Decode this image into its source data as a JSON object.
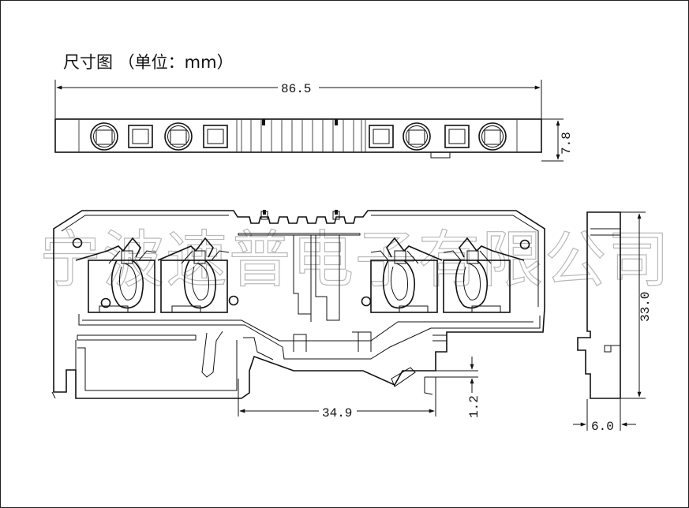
{
  "title": "尺寸图 （单位：mm）",
  "watermark": "宁波速普电子有限公司",
  "dimensions": {
    "overall_length": "86.5",
    "top_view_height": "7.8",
    "side_height": "33.0",
    "side_width": "6.0",
    "rail_width": "34.9",
    "rail_step": "1.2"
  }
}
